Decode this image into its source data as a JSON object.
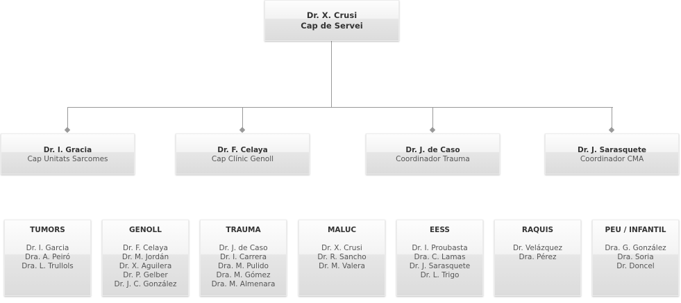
{
  "head": {
    "name": "Dr. X. Crusi",
    "role": "Cap de Servei"
  },
  "leads": [
    {
      "name": "Dr. I. Gracia",
      "role": "Cap Unitats Sarcomes"
    },
    {
      "name": "Dr. F. Celaya",
      "role": "Cap Clínic Genoll"
    },
    {
      "name": "Dr. J. de Caso",
      "role": "Coordinador Trauma"
    },
    {
      "name": "Dr. J. Sarasquete",
      "role": "Coordinador CMA"
    }
  ],
  "units": [
    {
      "title": "TUMORS",
      "members": [
        "Dr. I. Garcia",
        "Dra. A. Peiró",
        "Dra. L. Trullols"
      ]
    },
    {
      "title": "GENOLL",
      "members": [
        "Dr. F. Celaya",
        "Dr. M. Jordán",
        "Dr. X. Aguilera",
        "Dr. P. Gelber",
        "Dr. J. C. González"
      ]
    },
    {
      "title": "TRAUMA",
      "members": [
        "Dr. J. de Caso",
        "Dr. I. Carrera",
        "Dra. M. Pulido",
        "Dra. M. Gómez",
        "Dra. M. Almenara"
      ]
    },
    {
      "title": "MALUC",
      "members": [
        "Dr. X. Crusi",
        "Dr. R. Sancho",
        "Dr. M. Valera"
      ]
    },
    {
      "title": "EESS",
      "members": [
        "Dr. I. Proubasta",
        "Dra. C. Lamas",
        "Dr. J. Sarasquete",
        "Dr. L. Trigo"
      ]
    },
    {
      "title": "RAQUIS",
      "members": [
        "Dr. Velázquez",
        "Dra. Pérez"
      ]
    },
    {
      "title": "PEU / INFANTIL",
      "members": [
        "Dra. G. González",
        "Dra. Soria",
        "Dr. Doncel"
      ]
    }
  ]
}
